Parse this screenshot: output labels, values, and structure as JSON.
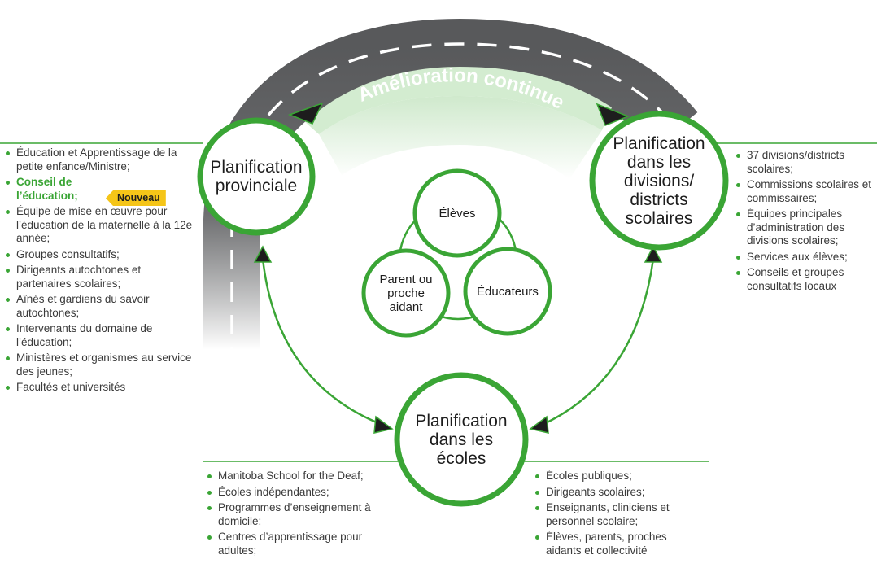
{
  "arc_label": "Amélioration continue",
  "nodes": {
    "provincial": [
      "Planification",
      "provinciale"
    ],
    "divisions": [
      "Planification",
      "dans les",
      "divisions/",
      "districts",
      "scolaires"
    ],
    "ecoles": [
      "Planification",
      "dans les",
      "écoles"
    ],
    "eleves": [
      "Élèves"
    ],
    "parent": [
      "Parent ou",
      "proche",
      "aidant"
    ],
    "educateurs": [
      "Éducateurs"
    ]
  },
  "badge": "Nouveau",
  "lists": {
    "left": [
      "Éducation et Apprentissage de la petite enfance/Ministre;",
      "Conseil de l’éducation;",
      "Équipe de mise en œuvre pour l’éducation de la maternelle à la 12e année;",
      "Groupes consultatifs;",
      "Dirigeants autochtones et partenaires scolaires;",
      "Aînés et gardiens du savoir autochtones;",
      "Intervenants du domaine de l’éducation;",
      "Ministères et organismes au service des jeunes;",
      "Facultés et universités"
    ],
    "right": [
      "37 divisions/districts scolaires;",
      "Commissions scolaires et commissaires;",
      "Équipes principales d’administration des divisions scolaires;",
      "Services aux élèves;",
      "Conseils et groupes consultatifs locaux"
    ],
    "bottom_left": [
      "Manitoba School for the Deaf;",
      "Écoles indépendantes;",
      "Programmes d’enseignement à domicile;",
      "Centres d’apprentissage pour adultes;"
    ],
    "bottom_right": [
      "Écoles publiques;",
      "Dirigeants scolaires;",
      "Enseignants, cliniciens et personnel scolaire;",
      "Élèves, parents, proches aidants et collectivité"
    ]
  },
  "colors": {
    "green": "#3aa535",
    "road": "#58595b",
    "road_light": "#c9cacb",
    "arc_band": "#d3ecd0",
    "badge": "#f5c518"
  }
}
